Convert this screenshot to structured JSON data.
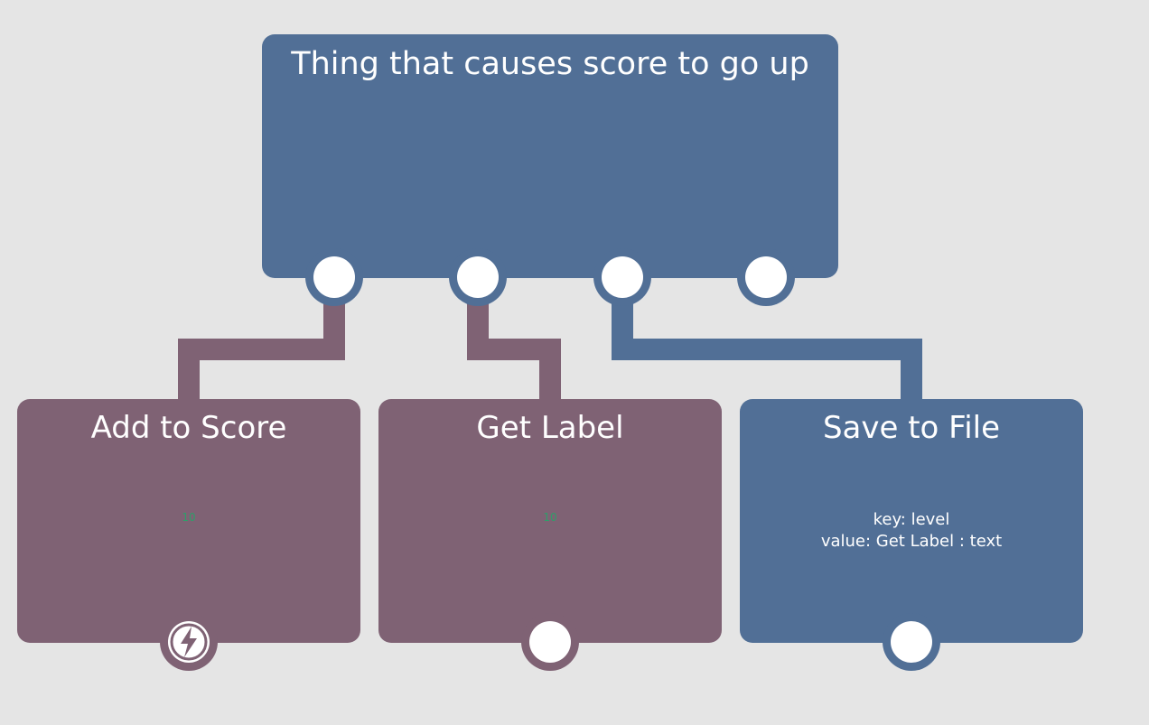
{
  "colors": {
    "background": "#e5e5e5",
    "blue_node": "#516f96",
    "mauve_node": "#7f6274",
    "port_fill": "#ffffff",
    "value_text": "#2f9e6a"
  },
  "root_node": {
    "title": "Thing that causes score to go up",
    "port_count": 4
  },
  "nodes": [
    {
      "title": "Add to Score",
      "value": "10",
      "output_port_icon": "lightning-bolt-icon"
    },
    {
      "title": "Get Label",
      "value": "10"
    },
    {
      "title": "Save to File",
      "text_line_1": "key: level",
      "text_line_2": "value: Get Label : text"
    }
  ],
  "connections": [
    {
      "from_port": 1,
      "to": "Add to Score",
      "color": "mauve"
    },
    {
      "from_port": 2,
      "to": "Get Label",
      "color": "mauve"
    },
    {
      "from_port": 3,
      "to": "Save to File",
      "color": "blue"
    }
  ]
}
